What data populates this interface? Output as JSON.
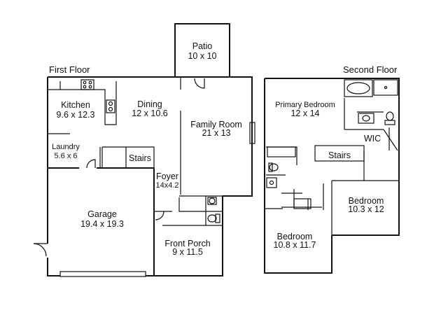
{
  "floors": {
    "first": "First Floor",
    "second": "Second Floor"
  },
  "rooms": {
    "patio": {
      "name": "Patio",
      "dims": "10 x 10"
    },
    "kitchen": {
      "name": "Kitchen",
      "dims": "9.6 x 12.3"
    },
    "dining": {
      "name": "Dining",
      "dims": "12 x 10.6"
    },
    "family_room": {
      "name": "Family Room",
      "dims": "21 x 13"
    },
    "laundry": {
      "name": "Laundry",
      "dims": "5.6 x 6"
    },
    "stairs_first": {
      "name": "Stairs"
    },
    "foyer": {
      "name": "Foyer",
      "dims": "14x4.2"
    },
    "garage": {
      "name": "Garage",
      "dims": "19.4 x 19.3"
    },
    "front_porch": {
      "name": "Front Porch",
      "dims": "9 x 11.5"
    },
    "primary_bedroom": {
      "name": "Primary Bedroom",
      "dims": "12 x 14"
    },
    "wic": {
      "name": "WIC"
    },
    "stairs_second": {
      "name": "Stairs"
    },
    "bedroom_right": {
      "name": "Bedroom",
      "dims": "10.3 x 12"
    },
    "bedroom_left": {
      "name": "Bedroom",
      "dims": "10.8 x 11.7"
    }
  }
}
